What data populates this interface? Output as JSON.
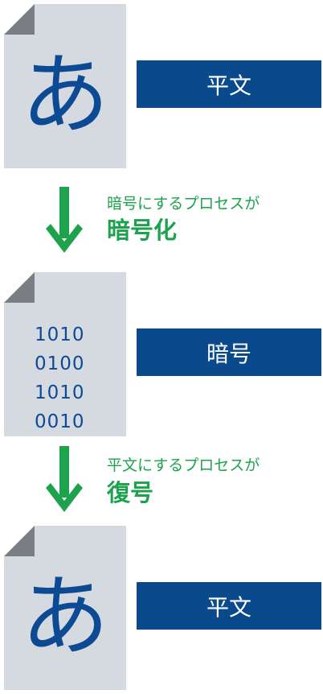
{
  "colors": {
    "paper": "#d5dae1",
    "paper_fold": "#7a7d82",
    "doc_text": "#0c4a93",
    "label_bg": "#0a4a8c",
    "label_text": "#ffffff",
    "arrow": "#1da24d",
    "step_text": "#1da24d"
  },
  "plaintext_doc_top": {
    "icon": "document-icon",
    "character": "あ",
    "label": "平文"
  },
  "encrypt_step": {
    "icon": "down-arrow-icon",
    "description": "暗号にするプロセスが",
    "name": "暗号化"
  },
  "ciphertext_doc": {
    "icon": "document-icon",
    "lines": [
      "1010",
      "0100",
      "1010",
      "0010"
    ],
    "label": "暗号"
  },
  "decrypt_step": {
    "icon": "down-arrow-icon",
    "description": "平文にするプロセスが",
    "name": "復号"
  },
  "plaintext_doc_bottom": {
    "icon": "document-icon",
    "character": "あ",
    "label": "平文"
  }
}
